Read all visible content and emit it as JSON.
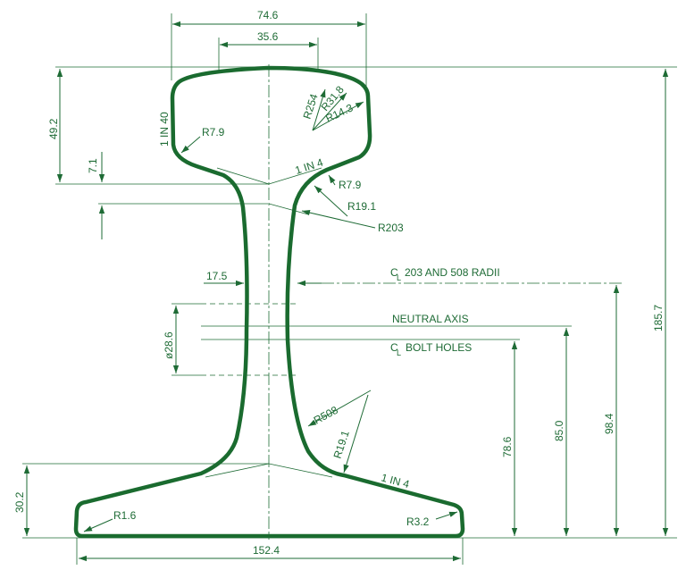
{
  "colors": {
    "line": "#1e6b35",
    "profile": "#1a6b2f",
    "background": "#ffffff"
  },
  "labels": {
    "head_width": "74.6",
    "crown_width": "35.6",
    "head_depth": "49.2",
    "offset_7_1": "7.1",
    "head_side_taper": "1 IN 40",
    "r_head_corner_left": "R7.9",
    "r254": "R254",
    "r31_8": "R31.8",
    "r14_3": "R14.3",
    "head_underside_taper": "1 IN 4",
    "r_fillet_upper": "R7.9",
    "r19_1_upper": "R19.1",
    "r203": "R203",
    "web_thickness": "17.5",
    "cl_radii_prefix": "C",
    "cl_radii_sub": "L",
    "cl_radii_text": "203 AND 508 RADII",
    "neutral_axis": "NEUTRAL AXIS",
    "bolt_hole_dia": "ø28.6",
    "cl_bolt_prefix": "C",
    "cl_bolt_sub": "L",
    "cl_bolt_text": "BOLT HOLES",
    "r508": "R508",
    "r19_1_lower": "R19.1",
    "foot_taper": "1 IN 4",
    "foot_edge_height": "30.2",
    "r1_6": "R1.6",
    "r3_2": "R3.2",
    "foot_width": "152.4",
    "bolt_height": "78.6",
    "neutral_height": "85.0",
    "radii_height": "98.4",
    "total_height": "185.7"
  }
}
